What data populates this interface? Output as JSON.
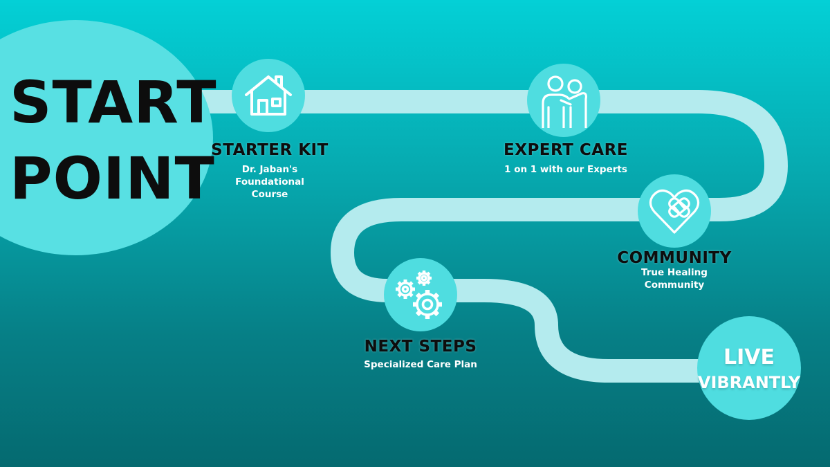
{
  "start": {
    "line1": "START",
    "line2": "POINT"
  },
  "steps": [
    {
      "id": "starter-kit",
      "title": "STARTER KIT",
      "subtitle_lines": [
        "Dr. Jaban's",
        "Foundational",
        "Course"
      ],
      "icon": "house-icon"
    },
    {
      "id": "expert-care",
      "title": "EXPERT CARE",
      "subtitle_lines": [
        "1 on 1 with our Experts"
      ],
      "icon": "people-support-icon"
    },
    {
      "id": "community",
      "title": "COMMUNITY",
      "subtitle_lines": [
        "True Healing",
        "Community"
      ],
      "icon": "bandaged-heart-icon"
    },
    {
      "id": "next-steps",
      "title": "NEXT STEPS",
      "subtitle_lines": [
        "Specialized Care Plan"
      ],
      "icon": "gears-icon"
    }
  ],
  "end": {
    "line1": "LIVE",
    "line2": "VIBRANTLY"
  },
  "colors": {
    "background_top": "#04d0d6",
    "background_bottom": "#056a70",
    "path": "#b4ebee",
    "circle": "#4fdde0",
    "title_text": "#0d0d0d",
    "subtitle_text": "#ffffff"
  }
}
